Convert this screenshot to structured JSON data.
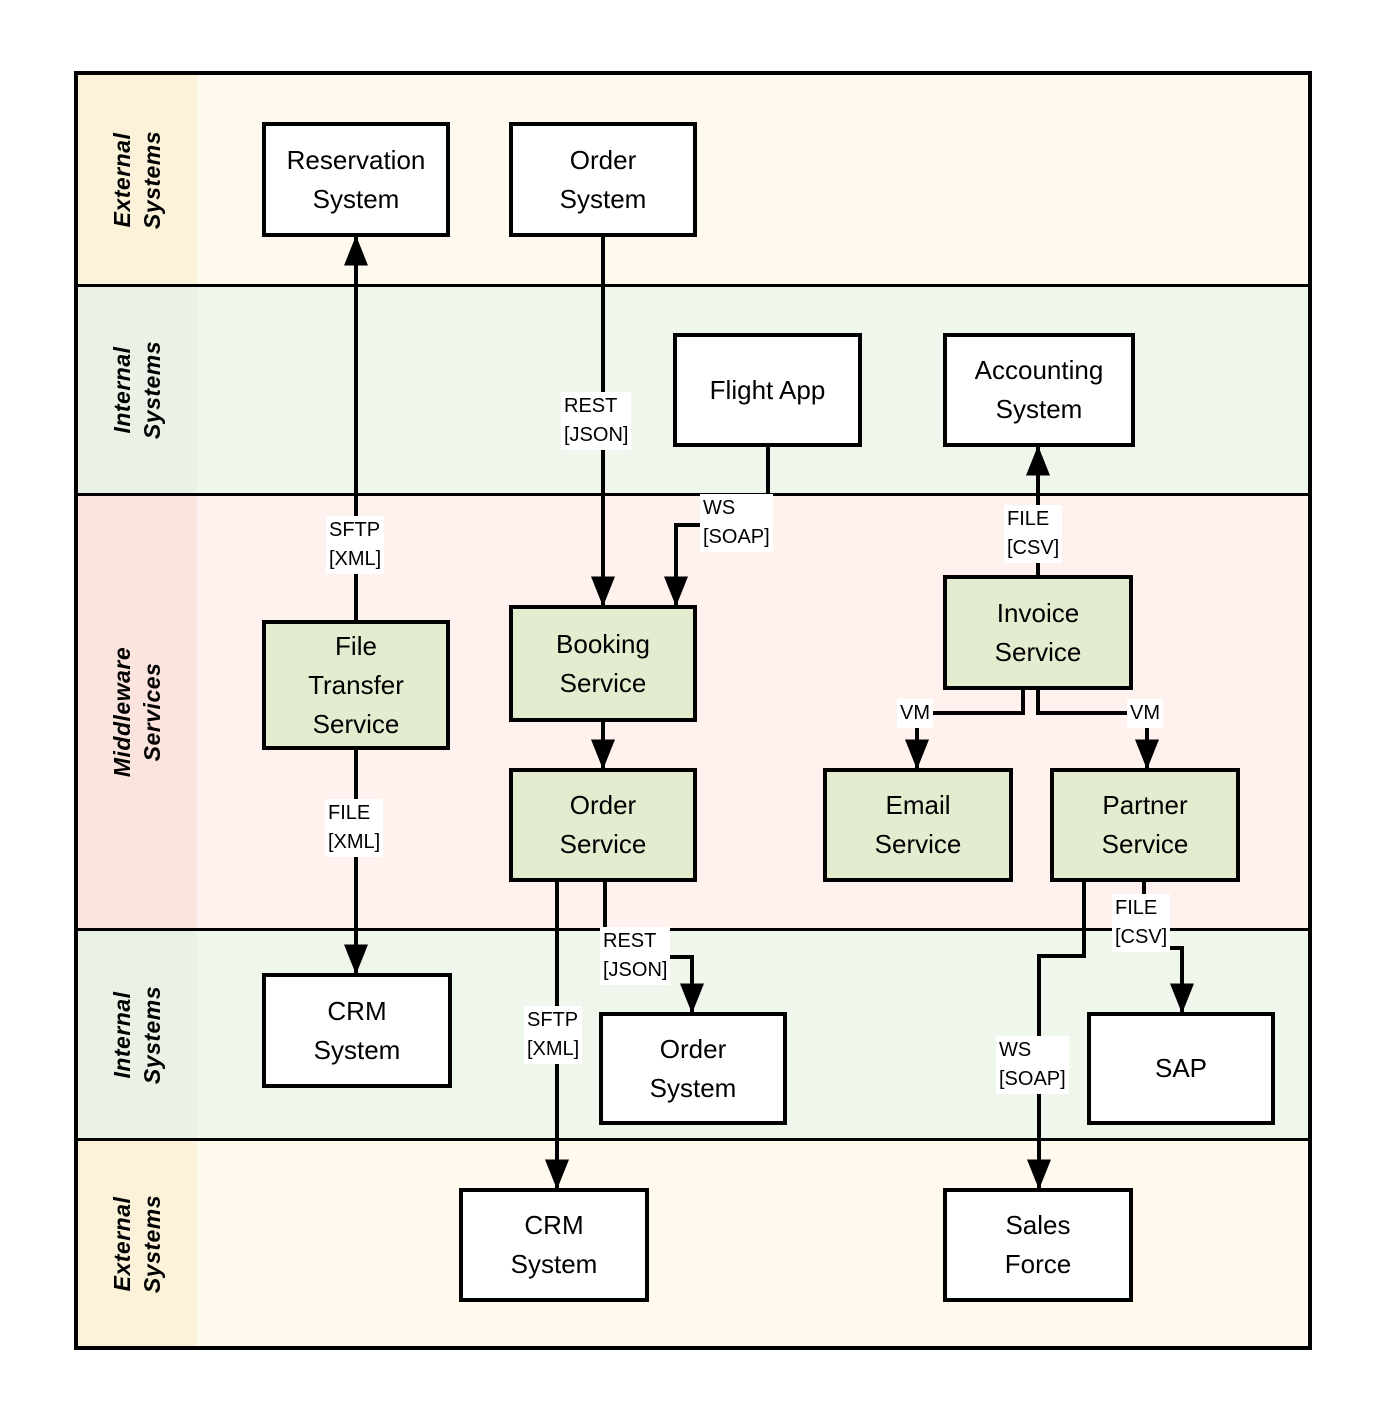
{
  "diagram_type": "swimlane-integration-architecture",
  "colors": {
    "external_lane_body": "#fff9ee",
    "external_lane_label": "#fcf2da",
    "internal_lane_body": "#eff6ec",
    "internal_lane_label": "#eaf2e6",
    "middleware_lane_body": "#fff2ee",
    "middleware_lane_label": "#fce4de",
    "service_box_fill": "#e3ecce",
    "system_box_fill": "#ffffff",
    "line_and_border": "#000000"
  },
  "lanes": [
    {
      "label": "External\nSystems"
    },
    {
      "label": "Internal\nSystems"
    },
    {
      "label": "Middleware\nServices"
    },
    {
      "label": "Internal\nSystems"
    },
    {
      "label": "External\nSystems"
    }
  ],
  "nodes": {
    "reservation_system": "Reservation\nSystem",
    "order_system_top": "Order\nSystem",
    "flight_app": "Flight App",
    "accounting_system": "Accounting\nSystem",
    "file_transfer_service": "File\nTransfer\nService",
    "booking_service": "Booking\nService",
    "order_service": "Order\nService",
    "invoice_service": "Invoice\nService",
    "email_service": "Email\nService",
    "partner_service": "Partner\nService",
    "crm_system_internal": "CRM\nSystem",
    "order_system_internal": "Order\nSystem",
    "sap": "SAP",
    "crm_system_external": "CRM\nSystem",
    "sales_force": "Sales\nForce"
  },
  "edge_labels": {
    "file_transfer_to_reservation": "SFTP\n[XML]",
    "order_system_to_booking": "REST\n[JSON]",
    "flight_app_to_booking": "WS\n[SOAP]",
    "invoice_to_accounting": "FILE\n[CSV]",
    "file_transfer_to_crm": "FILE\n[XML]",
    "invoice_to_email": "VM",
    "invoice_to_partner": "VM",
    "order_service_to_crm": "SFTP\n[XML]",
    "order_service_to_order_system": "REST\n[JSON]",
    "partner_to_sales_force": "WS\n[SOAP]",
    "partner_to_sap": "FILE\n[CSV]"
  }
}
